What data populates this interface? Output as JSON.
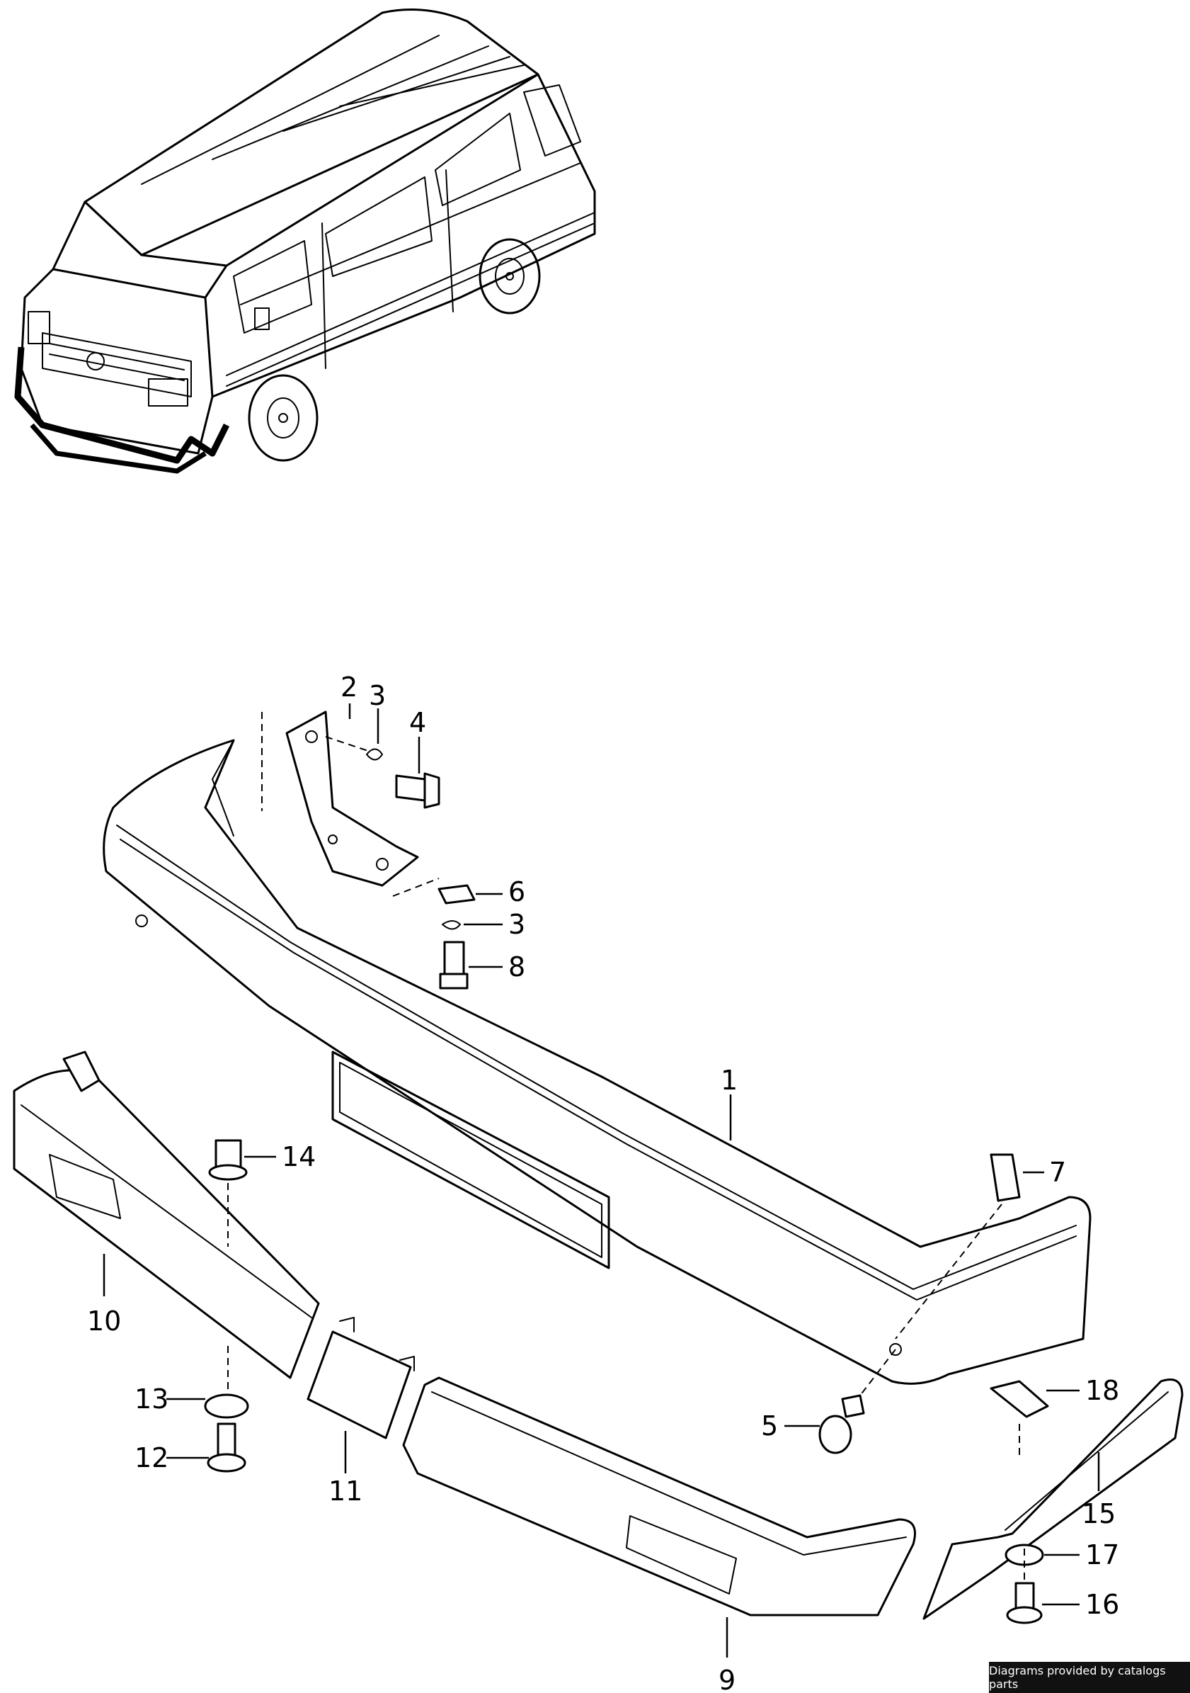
{
  "diagram": {
    "callouts": [
      {
        "id": "1",
        "label": "1"
      },
      {
        "id": "2",
        "label": "2"
      },
      {
        "id": "3a",
        "label": "3"
      },
      {
        "id": "4",
        "label": "4"
      },
      {
        "id": "6",
        "label": "6"
      },
      {
        "id": "3b",
        "label": "3"
      },
      {
        "id": "8",
        "label": "8"
      },
      {
        "id": "7",
        "label": "7"
      },
      {
        "id": "14",
        "label": "14"
      },
      {
        "id": "10",
        "label": "10"
      },
      {
        "id": "13",
        "label": "13"
      },
      {
        "id": "12",
        "label": "12"
      },
      {
        "id": "11",
        "label": "11"
      },
      {
        "id": "5",
        "label": "5"
      },
      {
        "id": "18",
        "label": "18"
      },
      {
        "id": "15",
        "label": "15"
      },
      {
        "id": "17",
        "label": "17"
      },
      {
        "id": "16",
        "label": "16"
      },
      {
        "id": "9",
        "label": "9"
      }
    ]
  },
  "footer": {
    "credit": "Diagrams provided by catalogs parts"
  }
}
